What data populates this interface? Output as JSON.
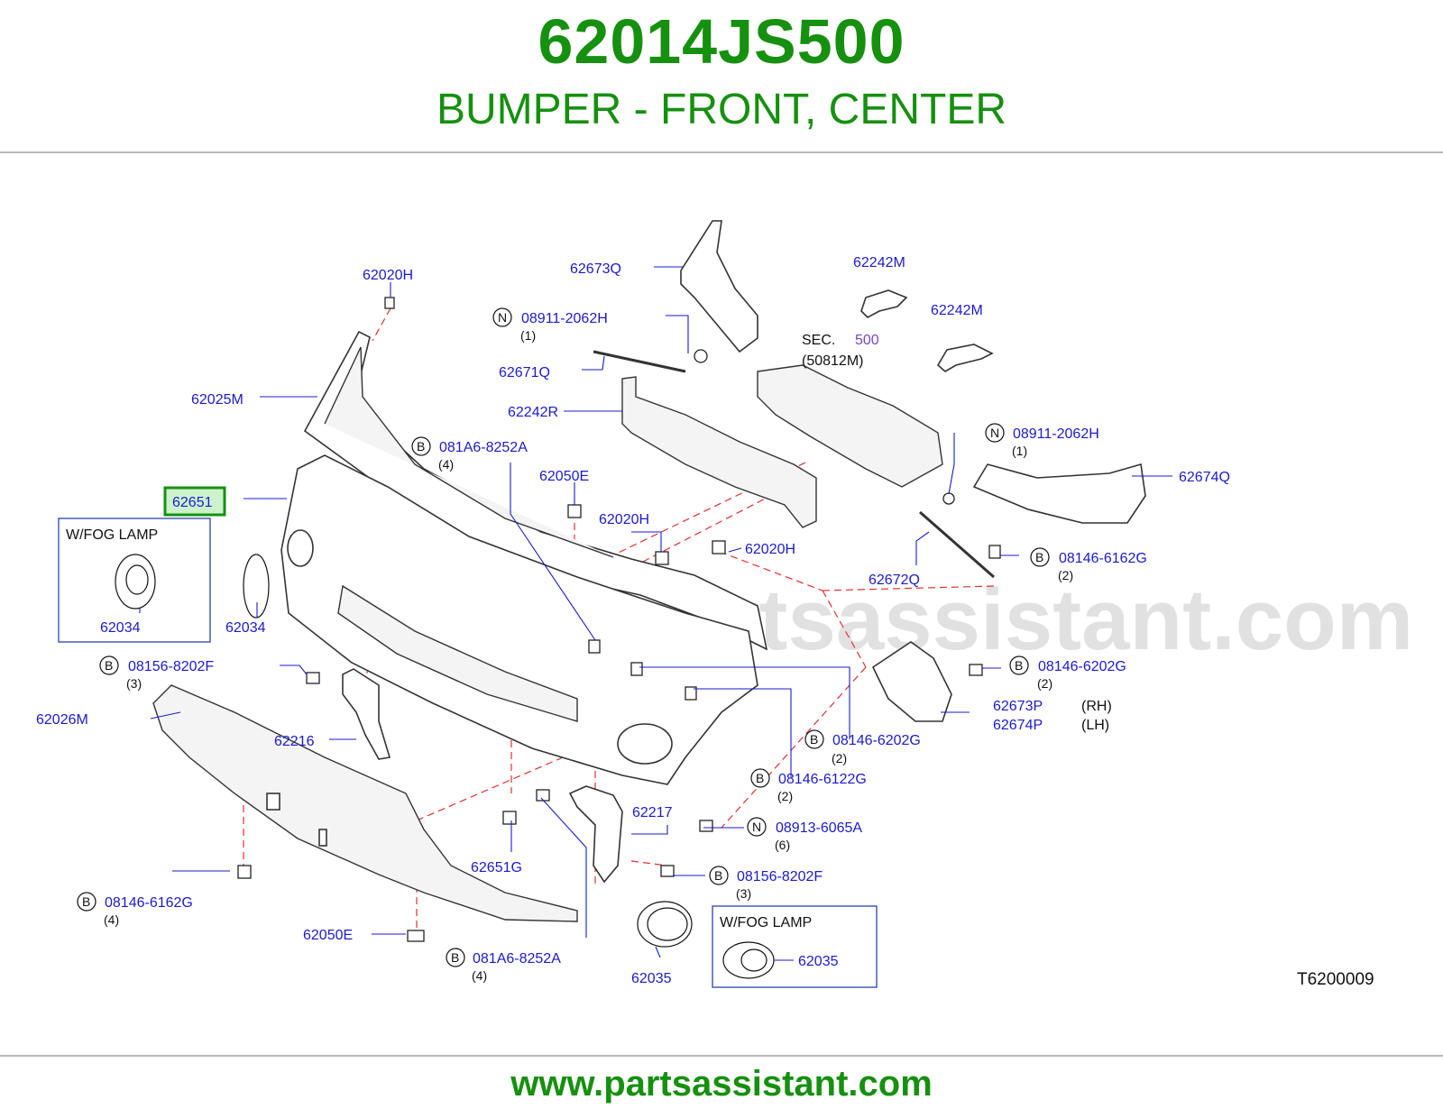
{
  "header": {
    "part_number": "62014JS500",
    "title": "BUMPER - FRONT, CENTER"
  },
  "footer": {
    "website": "www.partsassistant.com"
  },
  "watermark": "www.partsassistant.com",
  "diagram": {
    "ref_code": "T6200009",
    "highlighted_part": "62651",
    "callouts": {
      "c62020H_top": "62020H",
      "c62673Q": "62673Q",
      "c62242M_a": "62242M",
      "c62242M_b": "62242M",
      "c08911_a": "08911-2062H",
      "q1_a": "(1)",
      "c62671Q": "62671Q",
      "sec_label": "SEC.",
      "sec_num": "500",
      "sec_sub": "(50812M)",
      "c62025M": "62025M",
      "c62242R": "62242R",
      "c08911_b": "08911-2062H",
      "q1_b": "(1)",
      "c081A6_top": "081A6-8252A",
      "q4_a": "(4)",
      "c62050E_top": "62050E",
      "c62674Q": "62674Q",
      "c62651": "62651",
      "c62020H_mid": "62020H",
      "c62020H_r": "62020H",
      "c08146_6162G_r": "08146-6162G",
      "q2_a": "(2)",
      "c62672Q": "62672Q",
      "fog_label_l": "W/FOG   LAMP",
      "c62034_in": "62034",
      "c62034_out": "62034",
      "c08156_l": "08156-8202F",
      "q3_a": "(3)",
      "c08146_6202G_r": "08146-6202G",
      "q2_b": "(2)",
      "c62673P": "62673P",
      "c62674P": "62674P",
      "rh": "(RH)",
      "lh": "(LH)",
      "c62026M": "62026M",
      "c62216": "62216",
      "c08146_6202G_m": "08146-6202G",
      "q2_c": "(2)",
      "c08146_6122G": "08146-6122G",
      "q2_d": "(2)",
      "c62217": "62217",
      "c08913": "08913-6065A",
      "q6": "(6)",
      "c62651G": "62651G",
      "c08156_b": "08156-8202F",
      "q3_b": "(3)",
      "c08146_6162G_l": "08146-6162G",
      "q4_b": "(4)",
      "c62050E_bot": "62050E",
      "c081A6_bot": "081A6-8252A",
      "q4_c": "(4)",
      "c62035_out": "62035",
      "fog_label_r": "W/FOG   LAMP",
      "c62035_in": "62035",
      "sym_B": "B",
      "sym_N": "N"
    }
  },
  "colors": {
    "brand_green": "#16900f",
    "callout_blue": "#1a1ad0",
    "guide_red": "#e03030",
    "section_purple": "#7b44c9"
  }
}
